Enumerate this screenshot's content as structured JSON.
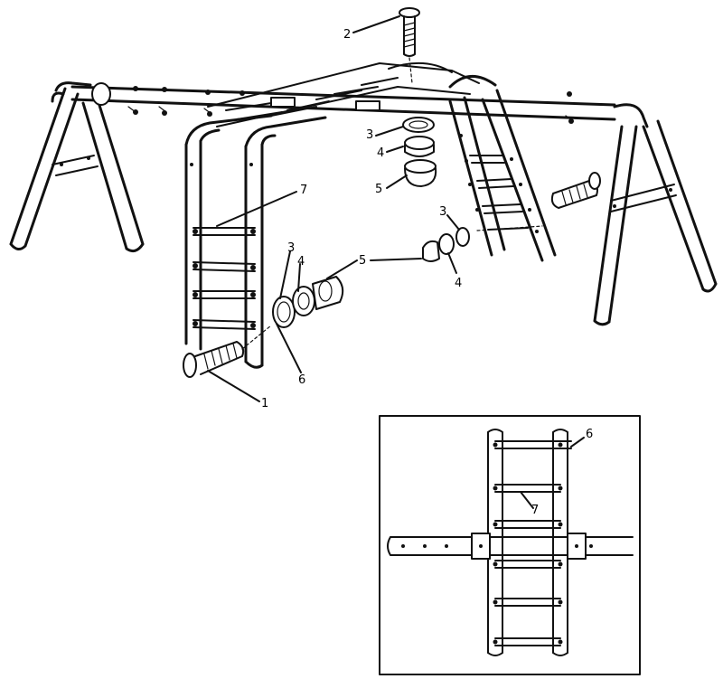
{
  "callouts": {
    "c1": "1",
    "c2": "2",
    "c3a": "3",
    "c4a": "4",
    "c5a": "5",
    "c7": "7",
    "c3b": "3",
    "c4b": "4",
    "c5b": "5",
    "c6": "6",
    "c3c": "3",
    "c4c": "4",
    "c6_inset": "6",
    "c7_inset": "7"
  }
}
